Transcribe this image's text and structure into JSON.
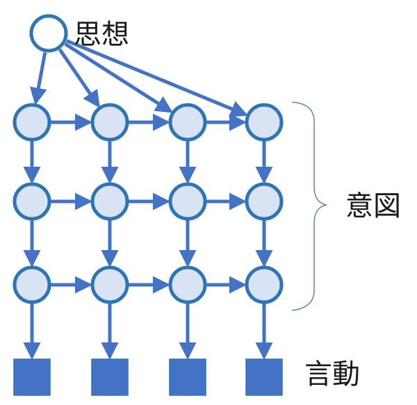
{
  "labels": {
    "thought": "思想",
    "intention": "意図",
    "action": "言動"
  },
  "colors": {
    "node_fill": "#dae3f3",
    "node_stroke": "#2e75b6",
    "arrow": "#4472c4",
    "square_fill": "#4472c4",
    "brace": "#4472c4"
  },
  "grid": {
    "rows": 3,
    "columns": 4,
    "outputs": 4
  }
}
